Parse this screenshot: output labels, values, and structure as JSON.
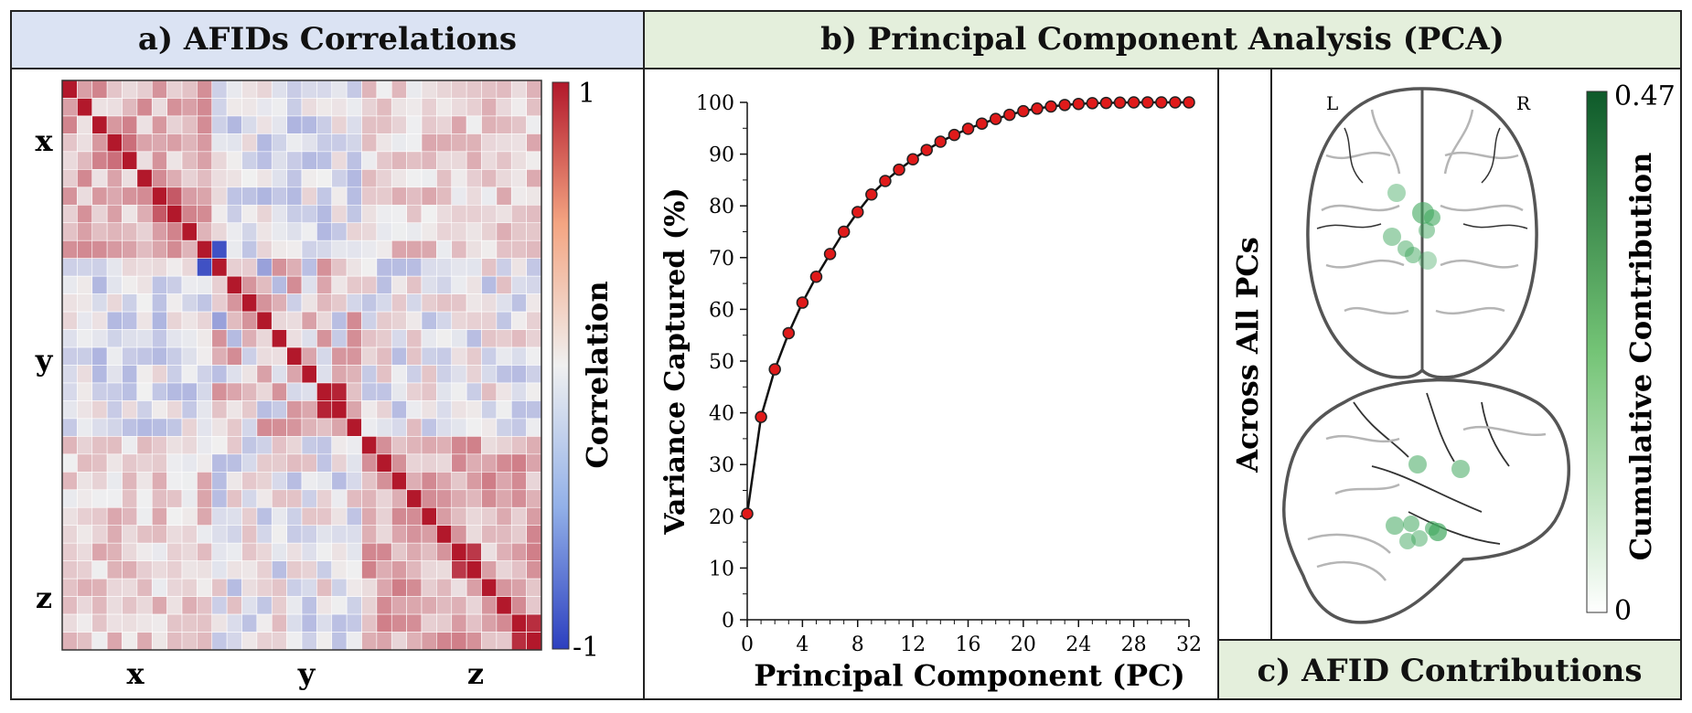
{
  "panel_a": {
    "title": "a) AFIDs Correlations",
    "header_color": "#dbe3f3",
    "row_group_labels": [
      "x",
      "y",
      "z"
    ],
    "col_group_labels": [
      "x",
      "y",
      "z"
    ],
    "colorbar": {
      "label": "Correlation",
      "max_label": "1",
      "min_label": "-1",
      "max_color": "#b2182b",
      "mid_color": "#f0f0f0",
      "min_color": "#2c3fbf"
    }
  },
  "panel_b": {
    "title": "b) Principal Component Analysis (PCA)",
    "header_color": "#e4efdc"
  },
  "panel_c": {
    "title": "c) AFID Contributions",
    "side_label": "Across All PCs",
    "brain_labels": {
      "left": "L",
      "right": "R"
    },
    "colorbar": {
      "label": "Cumulative Contribution",
      "max_label": "0.47",
      "min_label": "0",
      "max_color": "#0e5a2a",
      "min_color": "#ffffff"
    },
    "marker_color": "#41a85f"
  },
  "chart_data": [
    {
      "type": "heatmap",
      "title": "a) AFIDs Correlations",
      "rows": 32,
      "cols": 32,
      "row_labels": [
        "x",
        "y",
        "z"
      ],
      "col_labels": [
        "x",
        "y",
        "z"
      ],
      "colorbar_label": "Correlation",
      "value_range": [
        -1,
        1
      ],
      "diagonal": 1.0,
      "strong_off_diagonal": [
        {
          "i": 9,
          "j": 10,
          "value": -0.9
        },
        {
          "i": 17,
          "j": 18,
          "value": 0.95
        },
        {
          "i": 30,
          "j": 31,
          "value": 0.9
        },
        {
          "i": 26,
          "j": 27,
          "value": 0.85
        },
        {
          "i": 6,
          "j": 7,
          "value": 0.7
        },
        {
          "i": 3,
          "j": 4,
          "value": 0.6
        }
      ]
    },
    {
      "type": "line",
      "title": "b) Principal Component Analysis (PCA)",
      "xlabel": "Principal Component (PC)",
      "ylabel": "Variance Captured (%)",
      "xlim": [
        0,
        32
      ],
      "ylim": [
        0,
        100
      ],
      "xticks": [
        0,
        4,
        8,
        12,
        16,
        20,
        24,
        28,
        32
      ],
      "yticks": [
        0,
        10,
        20,
        30,
        40,
        50,
        60,
        70,
        80,
        90,
        100
      ],
      "x": [
        0,
        1,
        2,
        3,
        4,
        5,
        6,
        7,
        8,
        9,
        10,
        11,
        12,
        13,
        14,
        15,
        16,
        17,
        18,
        19,
        20,
        21,
        22,
        23,
        24,
        25,
        26,
        27,
        28,
        29,
        30,
        31,
        32
      ],
      "y": [
        20.5,
        39.2,
        48.4,
        55.4,
        61.3,
        66.3,
        70.7,
        75.0,
        78.8,
        82.2,
        84.8,
        87.0,
        89.0,
        90.8,
        92.4,
        93.7,
        94.9,
        95.9,
        96.8,
        97.6,
        98.3,
        98.8,
        99.2,
        99.5,
        99.7,
        99.85,
        99.9,
        99.95,
        100,
        100,
        100,
        100,
        100
      ]
    },
    {
      "type": "scatter",
      "title": "c) AFID Contributions",
      "colorbar_label": "Cumulative Contribution",
      "value_range": [
        0,
        0.47
      ]
    }
  ]
}
